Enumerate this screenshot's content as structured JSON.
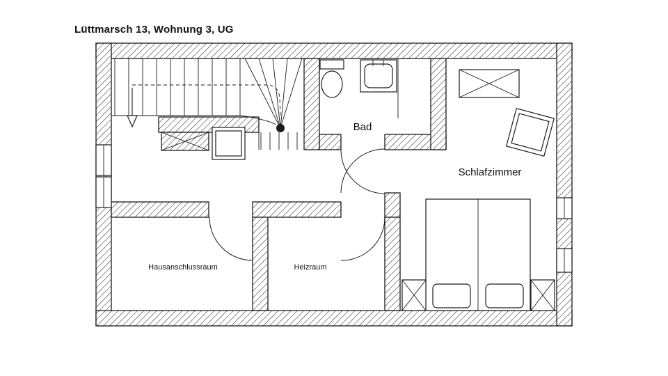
{
  "title": "Lüttmarsch 13, Wohnung 3, UG",
  "rooms": [
    {
      "id": "bad",
      "label": "Bad"
    },
    {
      "id": "schlafzimmer",
      "label": "Schlafzimmer"
    },
    {
      "id": "hausanschlussraum",
      "label": "Hausanschlussraum"
    },
    {
      "id": "heizraum",
      "label": "Heizraum"
    }
  ],
  "fixtures": [
    "stairs",
    "down-arrow",
    "walk-line",
    "toilet",
    "washbasin",
    "bed",
    "wardrobe",
    "table",
    "nightstand",
    "window",
    "door-swing",
    "shaft"
  ],
  "colors": {
    "line": "#1a1a1a",
    "background": "#ffffff"
  }
}
